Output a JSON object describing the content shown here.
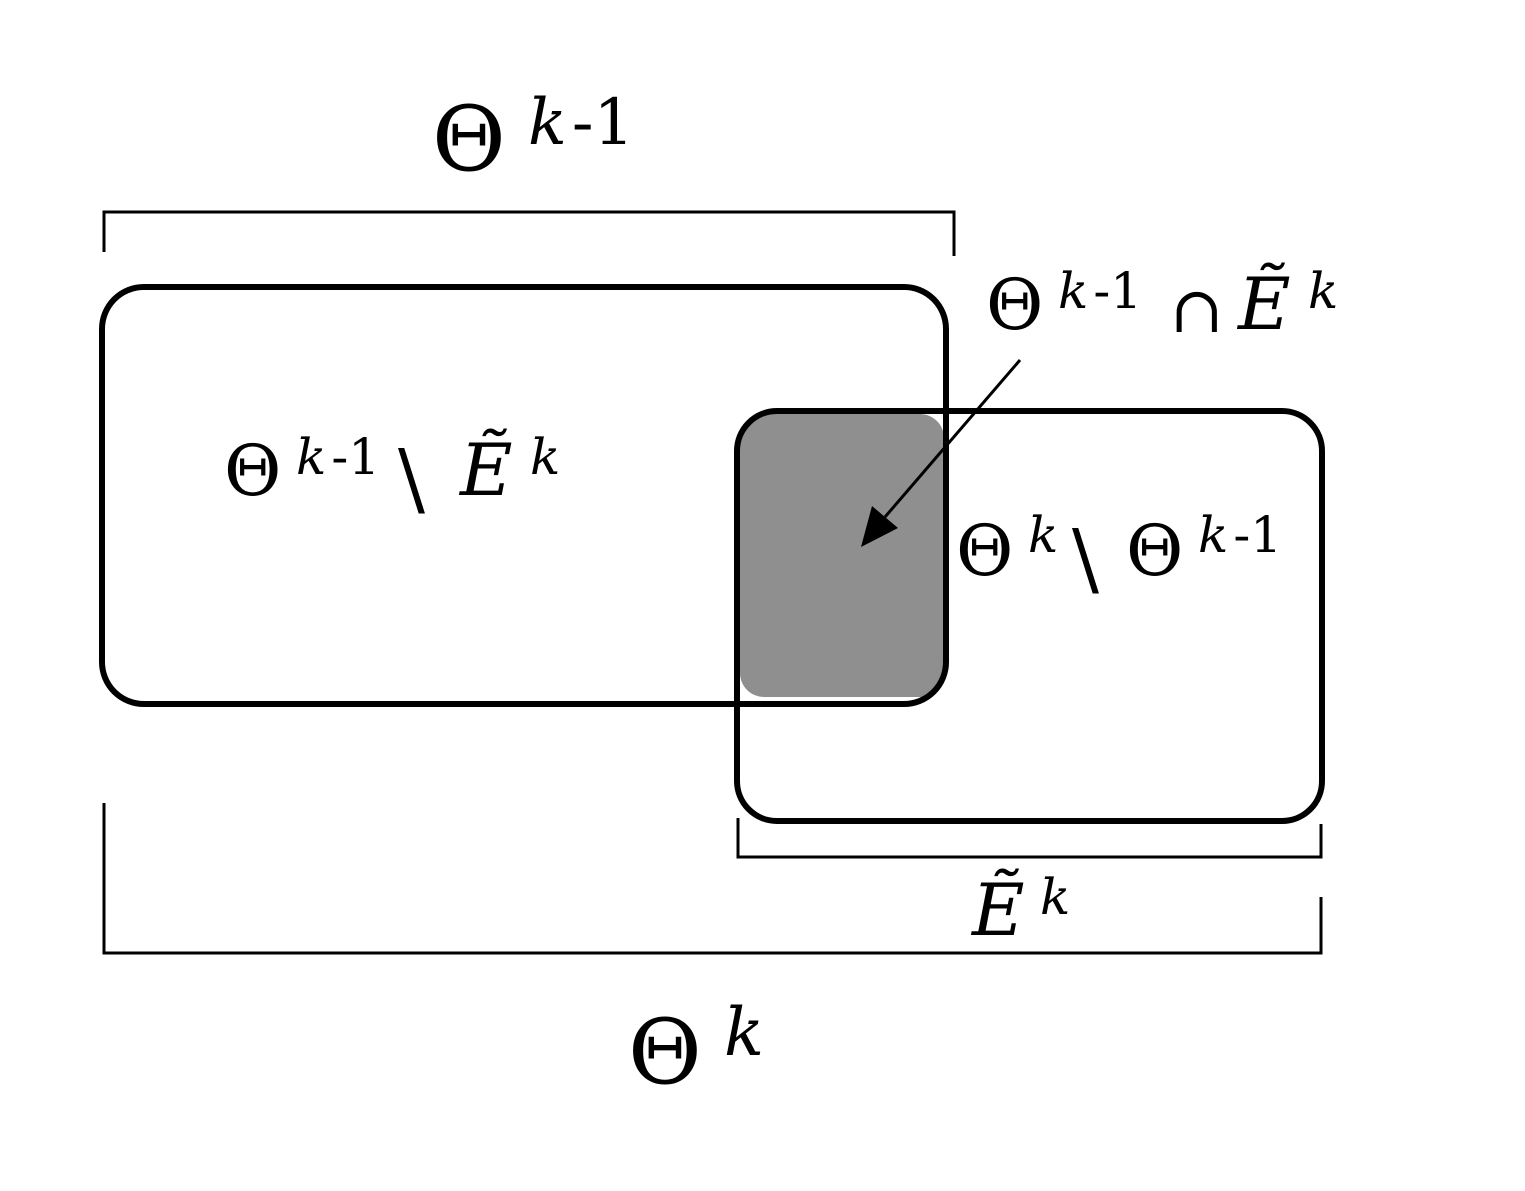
{
  "diagram": {
    "stroke_color": "#000000",
    "intersection_fill": "#8f8f8f",
    "background": "#ffffff",
    "labels": {
      "theta_km1": {
        "base": "Θ",
        "sup_k": "k",
        "sup_rest": "-1"
      },
      "theta_k": {
        "base": "Θ",
        "sup": "k"
      },
      "e_tilde_k": {
        "base": "Ẽ",
        "sup": "k"
      },
      "intersection": {
        "base1": "Θ",
        "sup1_k": "k",
        "sup1_rest": "-1",
        "op": "∩",
        "base2": "Ẽ",
        "sup2": "k"
      },
      "theta_km1_minus_e": {
        "base1": "Θ",
        "sup1_k": "k",
        "sup1_rest": "-1",
        "op": "\\",
        "base2": "Ẽ",
        "sup2": "k"
      },
      "theta_k_minus_theta_km1": {
        "base1": "Θ",
        "sup1": "k",
        "op": "\\",
        "base2": "Θ",
        "sup2_k": "k",
        "sup2_rest": "-1"
      }
    }
  }
}
